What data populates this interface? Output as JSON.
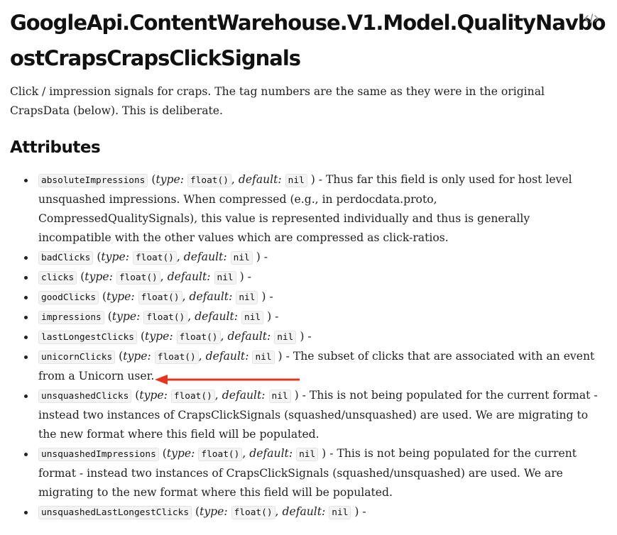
{
  "module": {
    "title_line_1": "GoogleApi.ContentWarehouse.V1.Model.QualityNavbo",
    "title_line_2": "ostCrapsCrapsClickSignals",
    "source_icon": "code-icon",
    "description": "Click / impression signals for craps. The tag numbers are the same as they were in the original CrapsData (below). This is deliberate."
  },
  "attributes_heading": "Attributes",
  "labels": {
    "open_paren": "(",
    "type_kw": "type:",
    "default_kw": "default:",
    "comma": ",",
    "close_dash": ") -"
  },
  "attributes": [
    {
      "name": "absoluteImpressions",
      "type": "float()",
      "default": "nil",
      "description": "Thus far this field is only used for host level unsquashed impressions. When compressed (e.g., in perdocdata.proto, CompressedQualitySignals), this value is represented individually and thus is generally incompatible with the other values which are compressed as click-ratios."
    },
    {
      "name": "badClicks",
      "type": "float()",
      "default": "nil",
      "description": ""
    },
    {
      "name": "clicks",
      "type": "float()",
      "default": "nil",
      "description": ""
    },
    {
      "name": "goodClicks",
      "type": "float()",
      "default": "nil",
      "description": ""
    },
    {
      "name": "impressions",
      "type": "float()",
      "default": "nil",
      "description": ""
    },
    {
      "name": "lastLongestClicks",
      "type": "float()",
      "default": "nil",
      "description": ""
    },
    {
      "name": "unicornClicks",
      "type": "float()",
      "default": "nil",
      "description": "The subset of clicks that are associated with an event from a Unicorn user."
    },
    {
      "name": "unsquashedClicks",
      "type": "float()",
      "default": "nil",
      "description": "This is not being populated for the current format - instead two instances of CrapsClickSignals (squashed/unsquashed) are used. We are migrating to the new format where this field will be populated."
    },
    {
      "name": "unsquashedImpressions",
      "type": "float()",
      "default": "nil",
      "description": "This is not being populated for the current format - instead two instances of CrapsClickSignals (squashed/unsquashed) are used. We are migrating to the new format where this field will be populated."
    },
    {
      "name": "unsquashedLastLongestClicks",
      "type": "float()",
      "default": "nil",
      "description": ""
    }
  ],
  "annotation": {
    "arrow_color": "#e8341c",
    "arrow_icon": "red-arrow-annotation"
  }
}
